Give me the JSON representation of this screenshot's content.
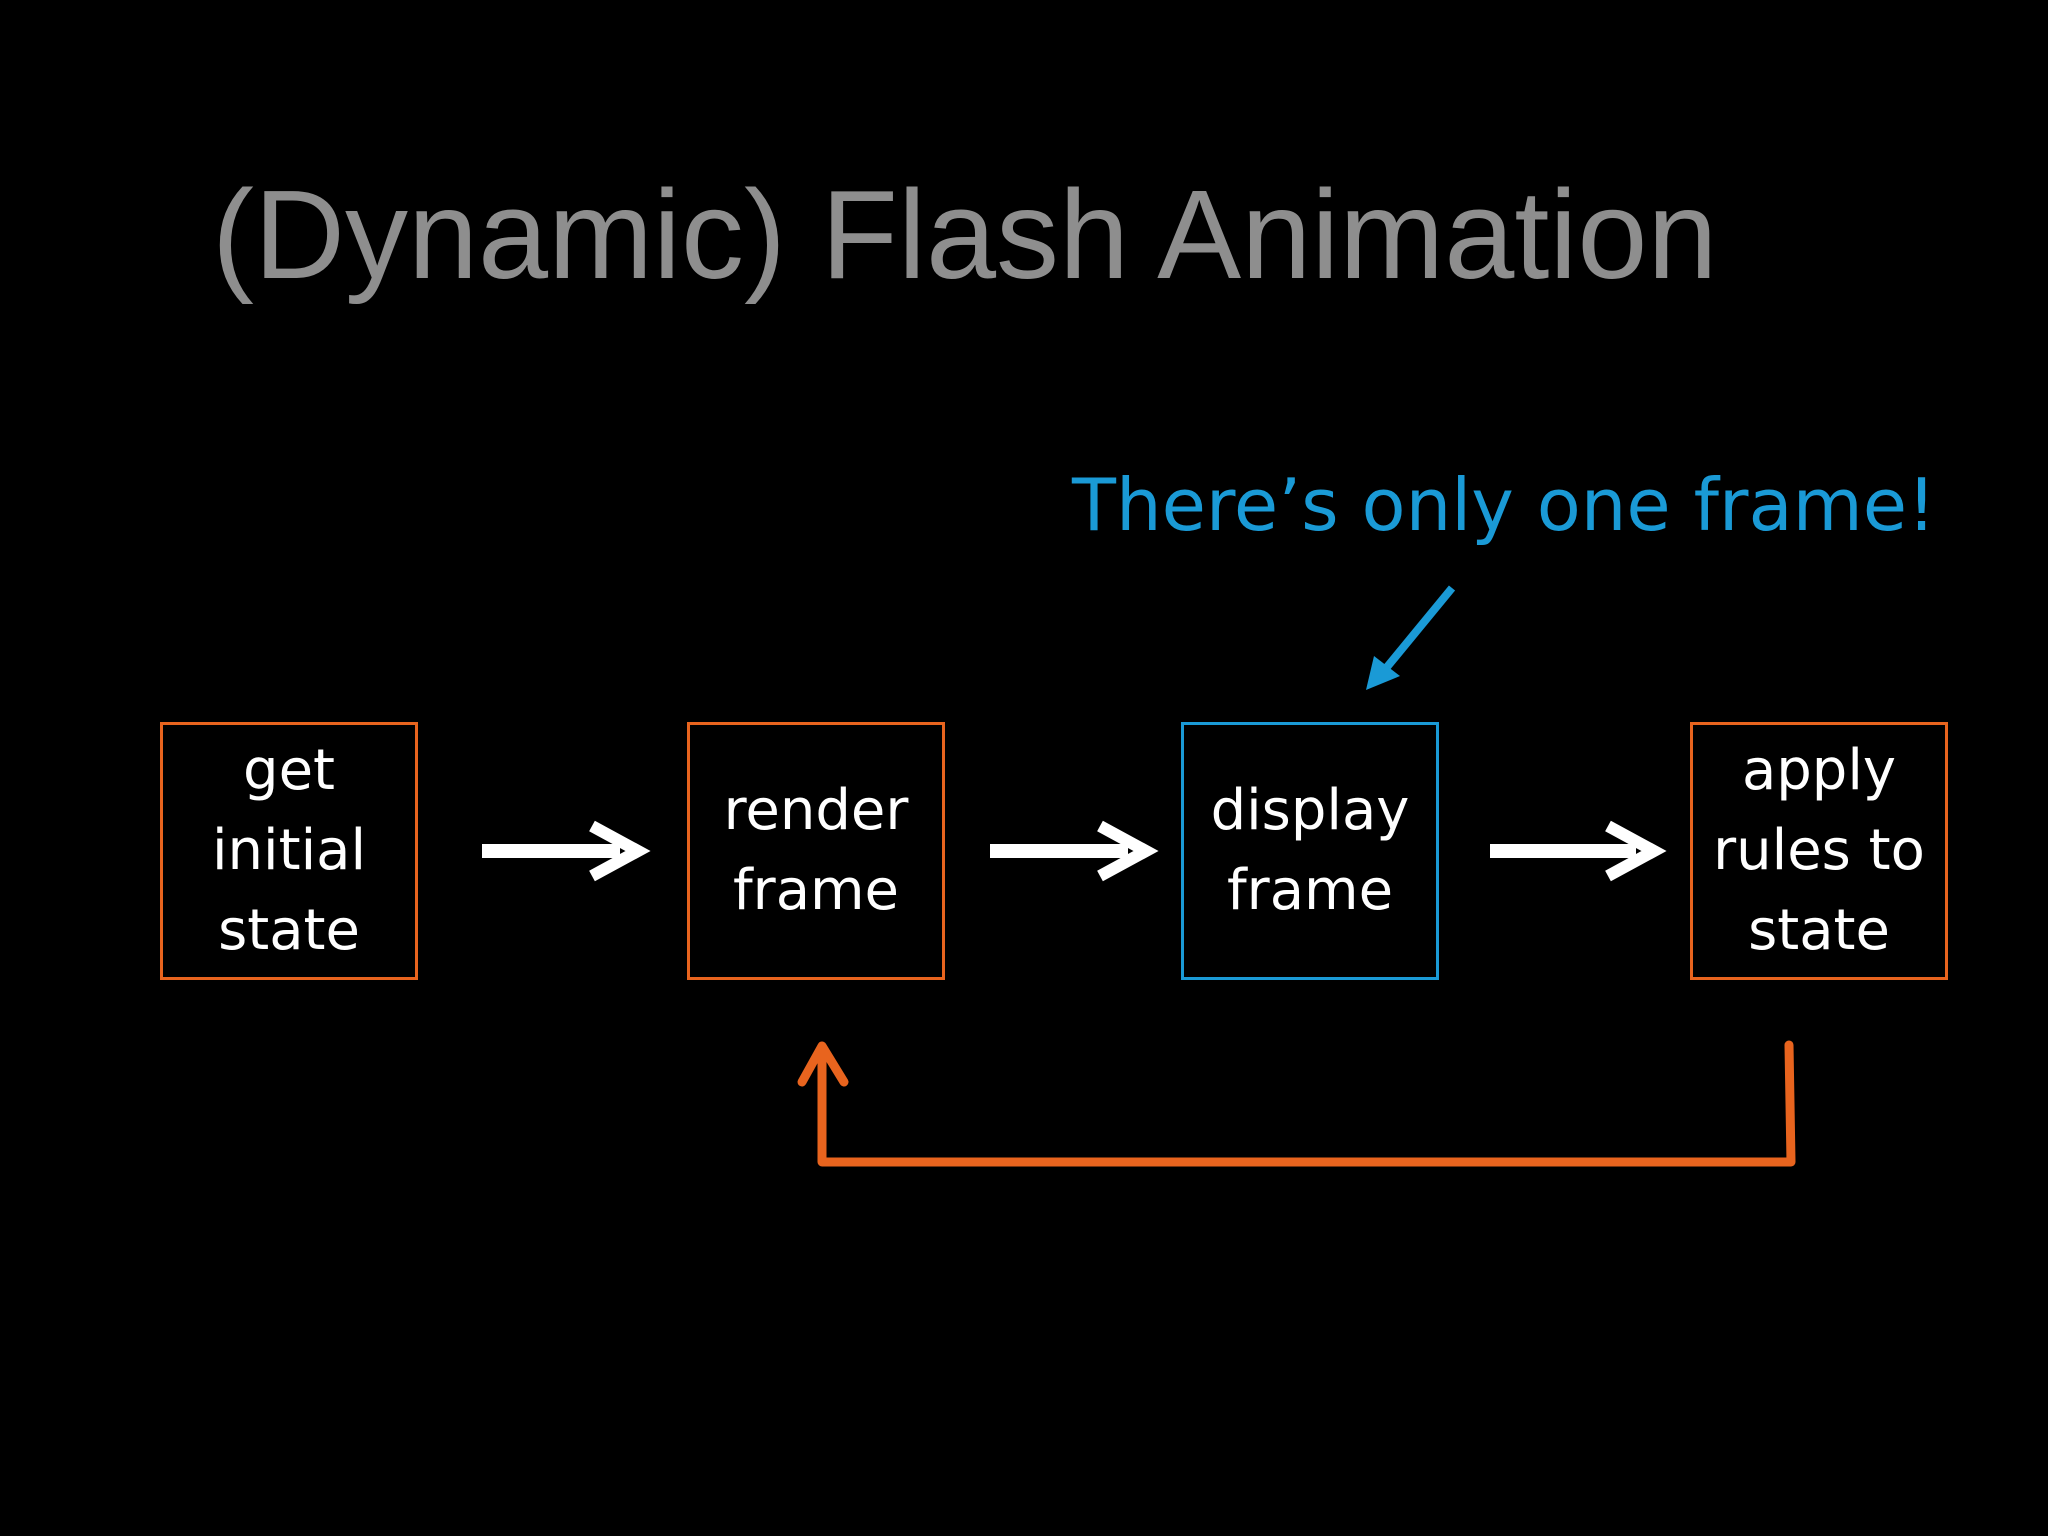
{
  "slide": {
    "title": "(Dynamic) Flash Animation"
  },
  "callout": {
    "text": "There’s only one frame!",
    "color": "#1a9ad6"
  },
  "steps": [
    {
      "label": "get\ninitial\nstate",
      "border_color": "#e8641e"
    },
    {
      "label": "render\nframe",
      "border_color": "#e8641e"
    },
    {
      "label": "display\nframe",
      "border_color": "#1a9ad6"
    },
    {
      "label": "apply\nrules to\nstate",
      "border_color": "#e8641e"
    }
  ],
  "colors": {
    "background": "#000000",
    "title": "#8e8e8e",
    "step_border": "#e8641e",
    "highlight": "#1a9ad6",
    "flow_arrow": "#ffffff",
    "loop_arrow": "#e8641e"
  }
}
